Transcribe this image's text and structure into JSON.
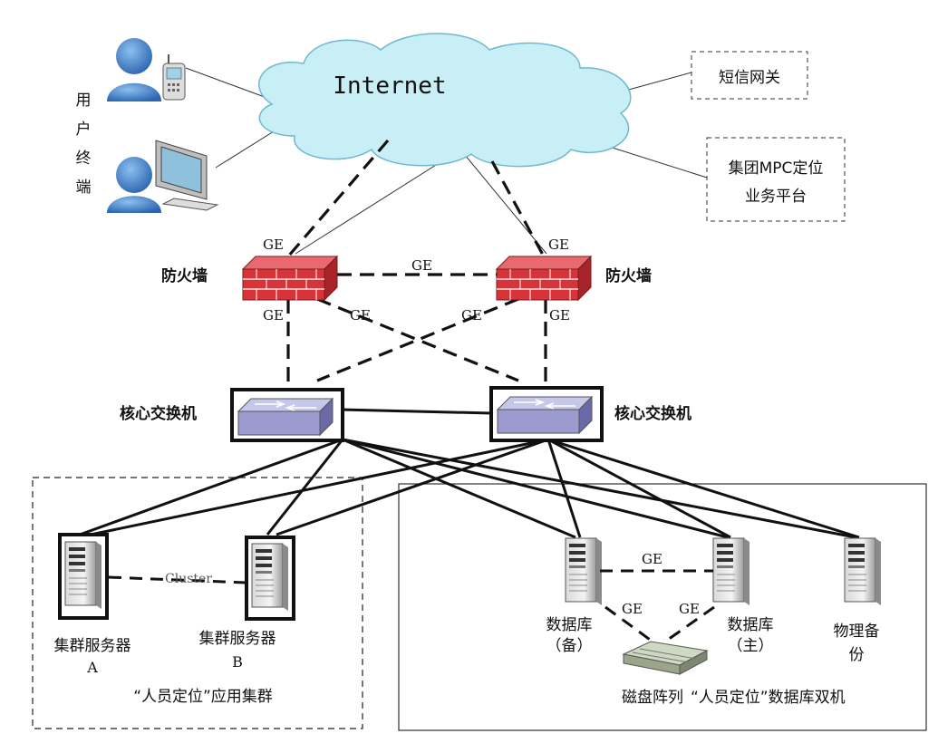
{
  "cloud": {
    "label": "Internet"
  },
  "external": {
    "sms_gateway": "短信网关",
    "mpc_line1": "集团MPC定位",
    "mpc_line2": "业务平台"
  },
  "user_terminal": {
    "chars": [
      "用",
      "户",
      "终",
      "端"
    ]
  },
  "firewalls": {
    "left": "防火墙",
    "right": "防火墙"
  },
  "switches": {
    "left": "核心交换机",
    "right": "核心交换机"
  },
  "links": {
    "ge": "GE",
    "cluster": "Cluster"
  },
  "app_cluster": {
    "server_a_line1": "集群服务器",
    "server_a_line2": "A",
    "server_b_line1": "集群服务器",
    "server_b_line2": "B",
    "title": "“人员定位”应用集群"
  },
  "db_cluster": {
    "db_standby_line1": "数据库",
    "db_standby_line2": "（备）",
    "db_primary_line1": "数据库",
    "db_primary_line2": "（主）",
    "backup_line1": "物理备",
    "backup_line2": "份",
    "disk_array": "磁盘阵列",
    "title": "“人员定位”数据库双机"
  },
  "colors": {
    "cloud_fill": "#c8eef6",
    "cloud_stroke": "#6fb9cf",
    "brick": "#d7343a",
    "switch_top": "#a9a9d8",
    "switch_side": "#6a6aa8",
    "person": "#3f7fc8"
  }
}
